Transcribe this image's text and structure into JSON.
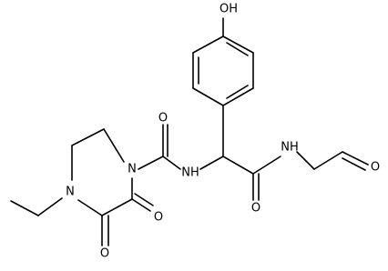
{
  "structure": {
    "atoms": [
      {
        "id": "oh",
        "text": "OH"
      },
      {
        "id": "o_amide1",
        "text": "O"
      },
      {
        "id": "n_pip1",
        "text": "N"
      },
      {
        "id": "nh_1",
        "text": "NH"
      },
      {
        "id": "nh_2",
        "text": "NH"
      },
      {
        "id": "o_aldehyde",
        "text": "O"
      },
      {
        "id": "o_amide2",
        "text": "O"
      },
      {
        "id": "n_pip4",
        "text": "N"
      },
      {
        "id": "o_ring1",
        "text": "O"
      },
      {
        "id": "o_ring2",
        "text": "O"
      }
    ]
  },
  "colors": {
    "bond": "#000000",
    "background": "#ffffff"
  }
}
